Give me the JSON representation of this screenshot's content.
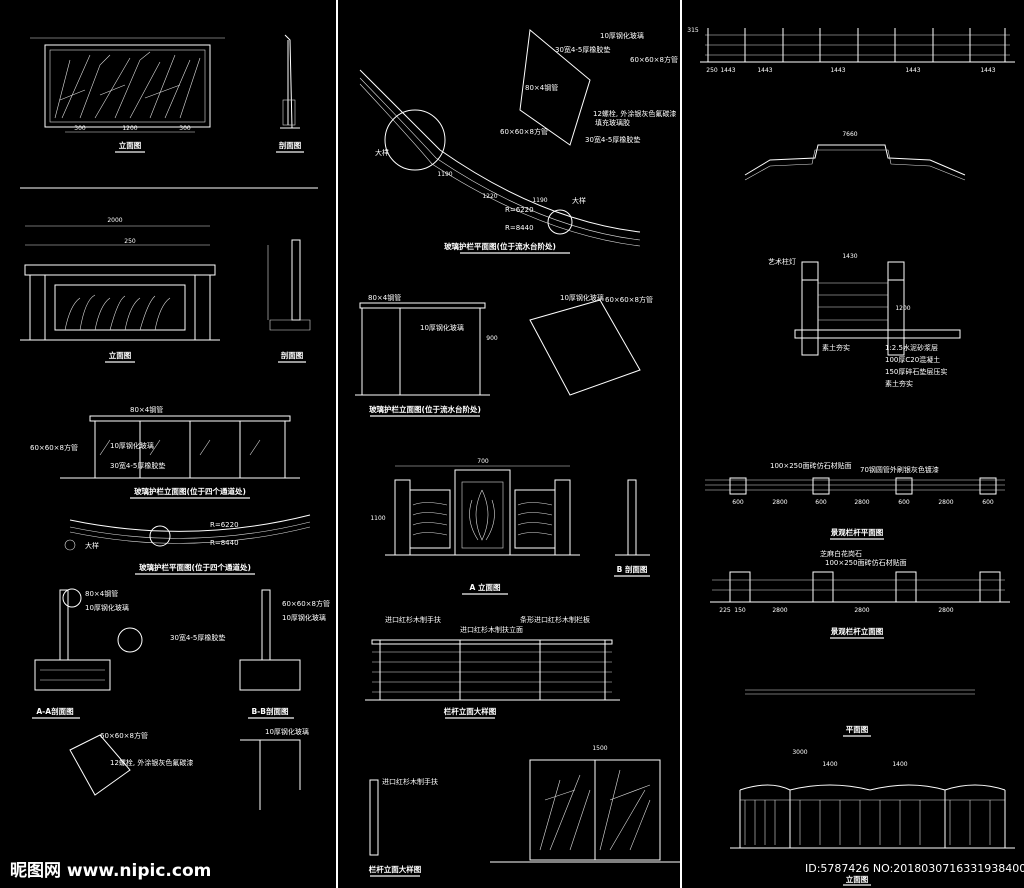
{
  "titles": {
    "left_elev_1": "立面图",
    "left_sect_1": "剖面图",
    "left_elev_2": "立面图",
    "left_sect_2": "剖面图",
    "glass_elev_channels": "玻璃护栏立面图(位于四个通道处)",
    "glass_plan_channels": "玻璃护栏平面图(位于四个通道处)",
    "aa_section": "A-A剖面图",
    "bb_section": "B-B剖面图",
    "glass_plan_steps": "玻璃护栏平面图(位于流水台阶处)",
    "glass_elev_steps": "玻璃护栏立面图(位于流水台阶处)",
    "a_elev": "A 立面图",
    "b_sect": "B 剖面图",
    "railing_detail_1": "栏杆立面大样图",
    "railing_detail_2": "栏杆立面大样图",
    "landscape_plan": "景观栏杆平面图",
    "landscape_elev": "景观栏杆立面图",
    "plan": "平面图",
    "elev": "立面图"
  },
  "notes": {
    "glass10": "10厚钢化玻璃",
    "tube80": "80×4钢管",
    "pipe60": "60×60×8方管",
    "rubber": "30宽4-5厚橡胶垫",
    "bolt": "12螺栓, 外涂银灰色氟碳漆",
    "glue": "填充玻璃胶",
    "detail": "大样",
    "wood_handrail": "进口红杉木制手扶",
    "wood_handrail_2": "进口红杉木制扶立面",
    "wood_rail": "条形进口红杉木制栏板",
    "art_lamp": "艺术柱灯",
    "brick_cap": "芝麻白花岗石",
    "pipe70": "70钢圆管外刷银灰色镀漆",
    "brick_face": "100×250面砖仿石材贴面",
    "earth": "素土夯实",
    "gravel": "150厚碎石垫层压实",
    "concrete": "100厚C20混凝土",
    "mortar": "1:2.5水泥砂浆层"
  },
  "dims": {
    "top_w": "1200",
    "side_300": "300",
    "w2000": "2000",
    "d250": "250",
    "d1443": "1443",
    "d7660": "7660",
    "d1430": "1430",
    "d1200": "1200",
    "d600": "600",
    "d2800": "2800",
    "d225": "225",
    "d150": "150",
    "d1500": "1500",
    "d3000": "3000",
    "d1400": "1400",
    "d700": "700",
    "d1100": "1100",
    "d900": "900",
    "d1190": "1190",
    "d1220": "1220",
    "d315": "315",
    "r1": "R=6220",
    "r2": "R=8440"
  },
  "watermark": {
    "site": "昵图网 www.nipic.com",
    "id": "ID:5787426 NO:20180307163319384000"
  }
}
